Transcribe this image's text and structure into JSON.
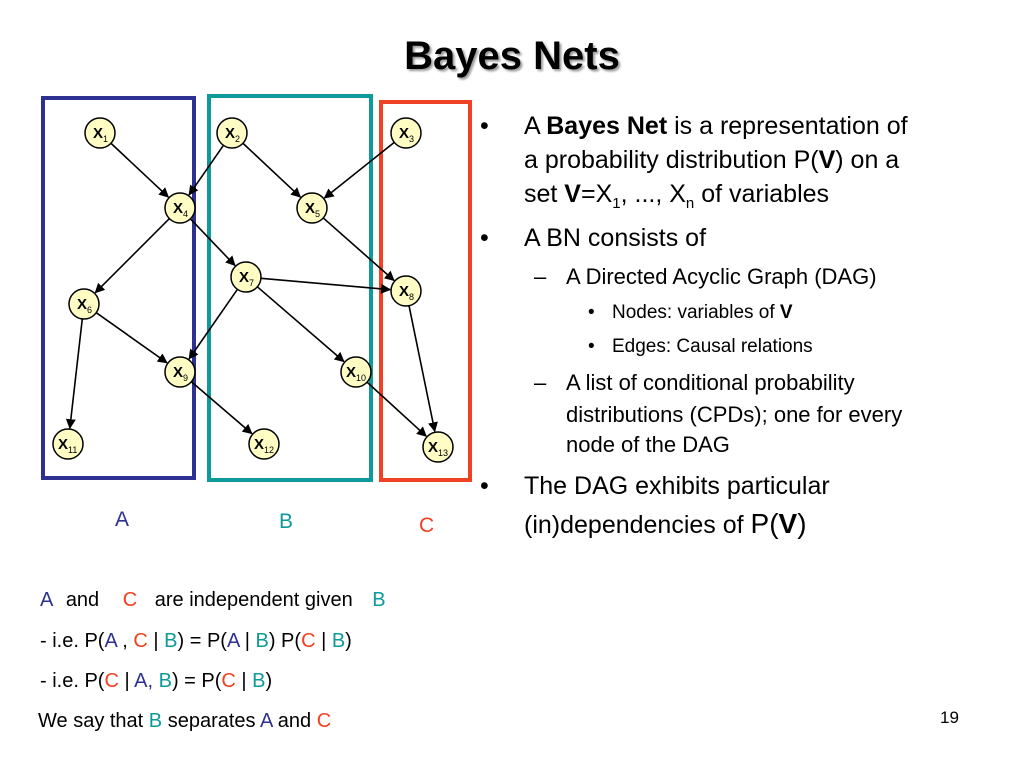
{
  "title": "Bayes Nets",
  "colors": {
    "group_a": "#2e3192",
    "group_b": "#0e9a9a",
    "group_c": "#ef4123",
    "node_fill": "#fffdc4"
  },
  "diagram": {
    "nodes": [
      {
        "id": "X1",
        "letter": "X",
        "sub": "1"
      },
      {
        "id": "X2",
        "letter": "X",
        "sub": "2"
      },
      {
        "id": "X3",
        "letter": "X",
        "sub": "3"
      },
      {
        "id": "X4",
        "letter": "X",
        "sub": "4"
      },
      {
        "id": "X5",
        "letter": "X",
        "sub": "5"
      },
      {
        "id": "X6",
        "letter": "X",
        "sub": "6"
      },
      {
        "id": "X7",
        "letter": "X",
        "sub": "7"
      },
      {
        "id": "X8",
        "letter": "X",
        "sub": "8"
      },
      {
        "id": "X9",
        "letter": "X",
        "sub": "9"
      },
      {
        "id": "X10",
        "letter": "X",
        "sub": "10"
      },
      {
        "id": "X11",
        "letter": "X",
        "sub": "11"
      },
      {
        "id": "X12",
        "letter": "X",
        "sub": "12"
      },
      {
        "id": "X13",
        "letter": "X",
        "sub": "13"
      }
    ],
    "edges": [
      [
        "X1",
        "X4"
      ],
      [
        "X2",
        "X4"
      ],
      [
        "X2",
        "X5"
      ],
      [
        "X3",
        "X5"
      ],
      [
        "X4",
        "X6"
      ],
      [
        "X4",
        "X7"
      ],
      [
        "X5",
        "X8"
      ],
      [
        "X7",
        "X8"
      ],
      [
        "X7",
        "X9"
      ],
      [
        "X7",
        "X10"
      ],
      [
        "X6",
        "X9"
      ],
      [
        "X6",
        "X11"
      ],
      [
        "X9",
        "X12"
      ],
      [
        "X10",
        "X13"
      ],
      [
        "X8",
        "X13"
      ]
    ],
    "groups": [
      {
        "id": "A",
        "label": "A"
      },
      {
        "id": "B",
        "label": "B"
      },
      {
        "id": "C",
        "label": "C"
      }
    ]
  },
  "bullets": {
    "b1": {
      "pre": "A ",
      "bold": "Bayes Net",
      "post": " is a representation of"
    },
    "b1_line2": {
      "pre": "a probability distribution P(",
      "bold": "V",
      "post": ") on a"
    },
    "b1_line3": {
      "bold": "V",
      "p1": "=X",
      "s1": "1",
      "p2": ", ..., X",
      "s2": "n",
      "p3": " of variables",
      "pre": "set "
    },
    "b2": "A BN consists of",
    "b2a": "A Directed Acyclic Graph (DAG)",
    "b2a_i": {
      "pre": "Nodes: variables of ",
      "bold": "V"
    },
    "b2a_ii": "Edges: Causal relations",
    "b2b_line1": "A list of conditional probability",
    "b2b_line2": "distributions (CPDs); one for every",
    "b2b_line3": "node of the DAG",
    "b3_line1": "The DAG exhibits particular",
    "b3_line2": {
      "pre": "(in)dependencies of ",
      "p": "P(",
      "bold": "V",
      "close": ")"
    }
  },
  "statements": {
    "line1": {
      "a": "A",
      "and": "and",
      "c": "C",
      "text": "are independent given",
      "b": "B"
    },
    "line2": {
      "t1": "- i.e. P(",
      "a": "A",
      "t2": " , ",
      "c": "C",
      "t3": " | ",
      "b": "B",
      "t4": ") = P(",
      "a2": "A",
      "t5": " | ",
      "b2": "B",
      "t6": ") P(",
      "c2": "C",
      "t7": " | ",
      "b3": "B",
      "t8": ")"
    },
    "line3": {
      "t1": "- i.e. P(",
      "c": "C",
      "t2": " | ",
      "a": "A,",
      "t3": " ",
      "b": "B",
      "t4": ") = P(",
      "c2": "C",
      "t5": " | ",
      "b2": "B",
      "t6": ")"
    },
    "line4": {
      "t1": "We say that ",
      "b": "B",
      "t2": " separates ",
      "a": "A",
      "t3": " and ",
      "c": "C"
    }
  },
  "page_number": "19"
}
